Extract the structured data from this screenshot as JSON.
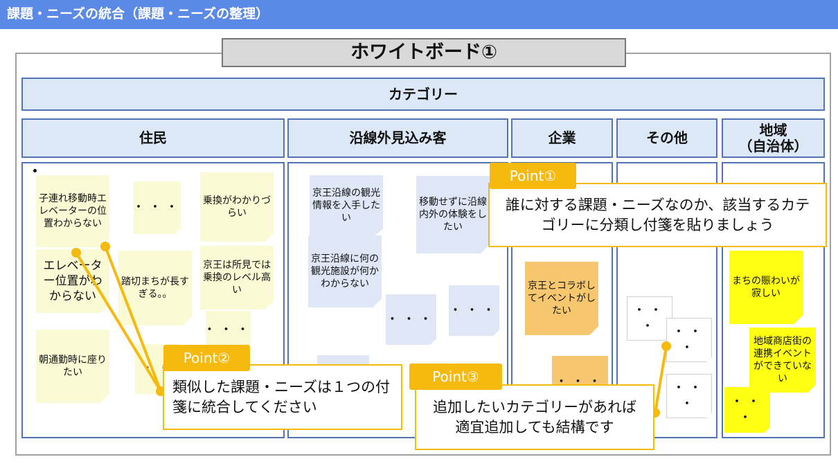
{
  "header_title": "課題・ニーズの統合（課題・ニーズの整理）",
  "whiteboard_title": "ホワイトボード①",
  "category_header": "カテゴリー",
  "columns": [
    "住民",
    "沿線外見込み客",
    "企業",
    "その他",
    "地域\n（自治体）"
  ],
  "notes": {
    "r1": "子連れ移動時エレベーターの位置わからない",
    "r2": "・・・",
    "r3": "乗換がわかりづらい",
    "r4": "エレベーター位置がわからない",
    "r5": "踏切まちが長すぎる。。",
    "r6": "京王は所見では乗換のレベル高い",
    "r7": "・・・",
    "r8": "朝通勤時に座りたい",
    "r9": "・・",
    "s1": "京王沿線の観光情報を入手したい",
    "s2": "移動せずに沿線内外の体験をしたい",
    "s3": "京王沿線に何の観光施設が何かわからない",
    "s4": "・・・",
    "s5": "・・・",
    "c1": "京王とコラボしてイベントがしたい",
    "c2": "・・・",
    "o1": "・・\n・",
    "o2": "・・\n・",
    "o3": "・・\n・",
    "l1": "まちの賑わいが寂しい",
    "l2": "地域商店街の連携イベントができていない",
    "l3": "・・\n・"
  },
  "points": [
    {
      "label": "Point①",
      "text": "誰に対する課題・ニーズなのか、該当するカテゴリーに分類し付箋を貼りましょう"
    },
    {
      "label": "Point②",
      "text": "類似した課題・ニーズは１つの付箋に統合してください"
    },
    {
      "label": "Point③",
      "text": "追加したいカテゴリーがあれば適宜追加しても結構です"
    }
  ],
  "colors": {
    "header_bar": "#5b8ae6",
    "category_fill": "#dde8f6",
    "category_border": "#5473b5",
    "point_accent": "#f6b90e"
  }
}
